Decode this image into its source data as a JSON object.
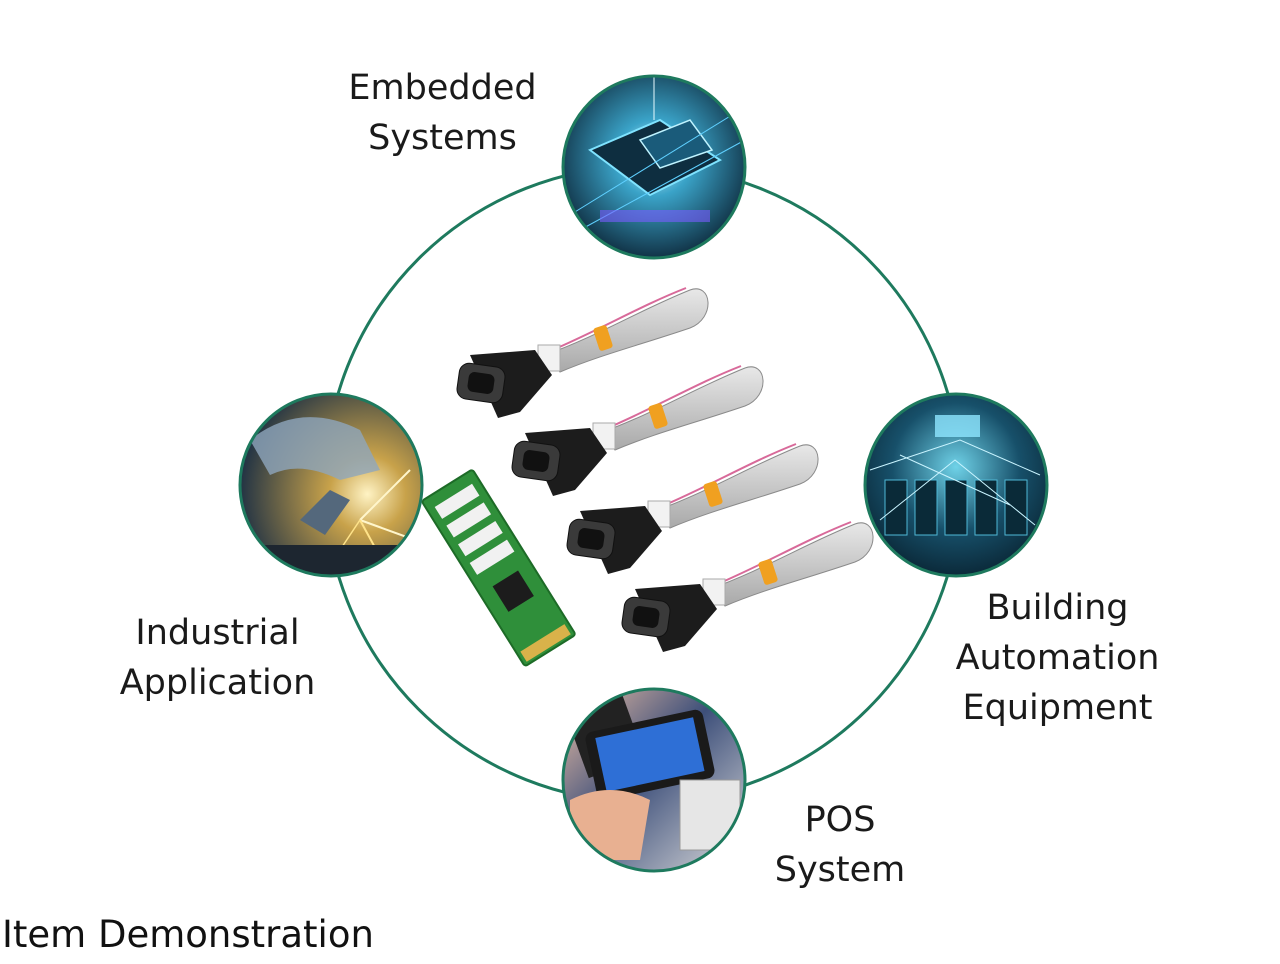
{
  "ring_color": "#1e7a5e",
  "applications": [
    {
      "id": "embedded",
      "lines": [
        "Embedded",
        "Systems"
      ],
      "image": "circuit-chip-image"
    },
    {
      "id": "industrial",
      "lines": [
        "Industrial",
        "Application"
      ],
      "image": "welding-robot-image"
    },
    {
      "id": "building",
      "lines": [
        "Building",
        "Automation",
        "Equipment"
      ],
      "image": "network-server-image"
    },
    {
      "id": "pos",
      "lines": [
        "POS",
        "System"
      ],
      "image": "payment-terminal-image"
    }
  ],
  "product": {
    "card_image": "m2-serial-card-image",
    "cable_image": "db9-serial-cable-image",
    "cable_count": 4
  },
  "caption": "Item Demonstration"
}
